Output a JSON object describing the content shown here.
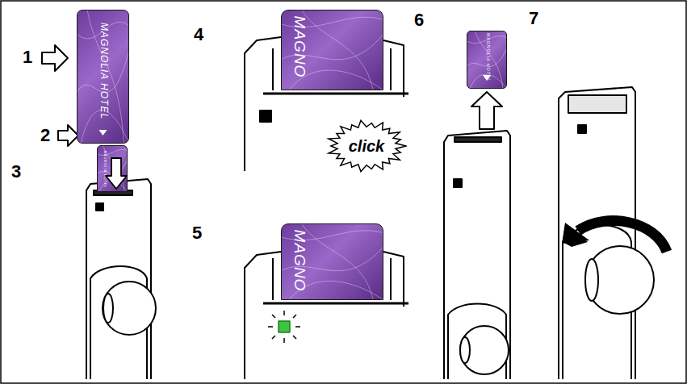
{
  "diagram": {
    "nodes": [
      {
        "text": [
          "MAGNOLIA HOTEL"
        ]
      },
      {
        "text": [
          "MAGNOLIA HOTEL"
        ]
      },
      {
        "text": [
          "MAGNO"
        ]
      },
      {
        "text": [
          "click"
        ]
      },
      {
        "text": [
          "MAGNO"
        ]
      },
      {
        "text": [
          "MAGNOLIA HOTEL"
        ]
      }
    ],
    "labels": [
      "1",
      "2",
      "3",
      "4",
      "5",
      "6",
      "7"
    ]
  }
}
